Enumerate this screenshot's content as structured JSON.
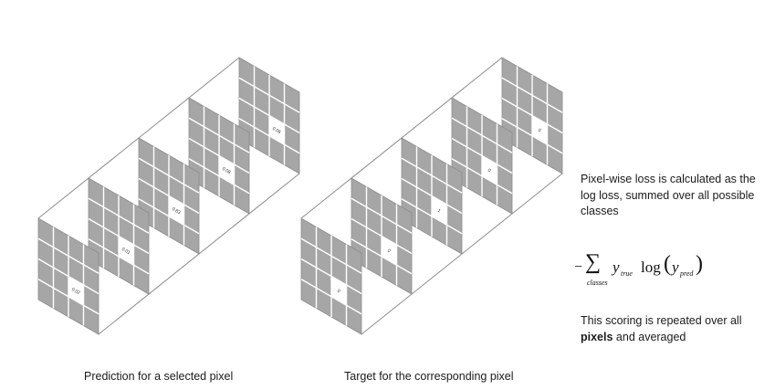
{
  "prediction": {
    "caption": "Prediction for a selected pixel",
    "values": [
      "0.02",
      "0.01",
      "0.83",
      "0.08",
      "0.06"
    ]
  },
  "target": {
    "caption": "Target for the corresponding pixel",
    "values": [
      "0",
      "0",
      "1",
      "0",
      "0"
    ]
  },
  "explanation": {
    "text1": "Pixel-wise loss is calculated as the log loss, summed over all possible classes",
    "formula": {
      "minus": "−",
      "sigma": "∑",
      "subscript": "classes",
      "y": "y",
      "true_sub": "true",
      "log": "log",
      "open": "(",
      "pred_sub": "pred",
      "close": ")"
    },
    "text2_before": "This scoring is repeated over all ",
    "text2_bold": "pixels",
    "text2_after": " and averaged"
  },
  "colors": {
    "grid_fill": "#a6a6a6",
    "grid_line": "#ffffff",
    "frame_line": "#8c8c8c",
    "highlight": "#ffffff"
  }
}
